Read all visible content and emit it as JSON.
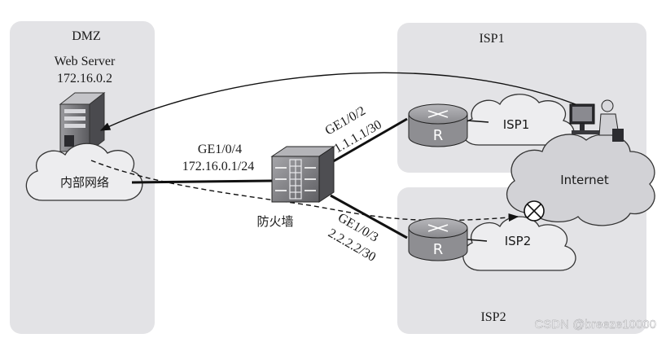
{
  "zones": {
    "dmz": {
      "label": "DMZ"
    },
    "isp1": {
      "label": "ISP1"
    },
    "isp2": {
      "label": "ISP2"
    }
  },
  "web_server": {
    "name": "Web Server",
    "ip": "172.16.0.2",
    "icon": "server-icon"
  },
  "clouds": {
    "internal": {
      "label": "内部网络",
      "icon": "cloud-icon"
    },
    "isp1": {
      "label": "ISP1",
      "icon": "cloud-icon"
    },
    "isp2": {
      "label": "ISP2",
      "icon": "cloud-icon"
    },
    "internet": {
      "label": "Internet",
      "icon": "cloud-icon"
    }
  },
  "firewall": {
    "label": "防火墙",
    "icon": "firewall-icon",
    "interfaces": {
      "ge4": {
        "name": "GE1/0/4",
        "ip": "172.16.0.1/24"
      },
      "ge2": {
        "name": "GE1/0/2",
        "ip": "1.1.1.1/30"
      },
      "ge3": {
        "name": "GE1/0/3",
        "ip": "2.2.2.2/30"
      }
    }
  },
  "routers": {
    "isp1": {
      "label": "R",
      "icon": "router-icon"
    },
    "isp2": {
      "label": "R",
      "icon": "router-icon"
    }
  },
  "internet_user": {
    "icon": "user-computer-icon"
  },
  "failure_marker": {
    "icon": "link-down-x-icon"
  },
  "watermark": "CSDN @breeze10000",
  "colors": {
    "zone_bg": "#e3e3e6",
    "line": "#111111",
    "cloud_fill": "#ededef",
    "internet_fill": "#d2d2d6",
    "router_fill": "#8e8e92",
    "firewall_fill": "#7c7c80"
  }
}
